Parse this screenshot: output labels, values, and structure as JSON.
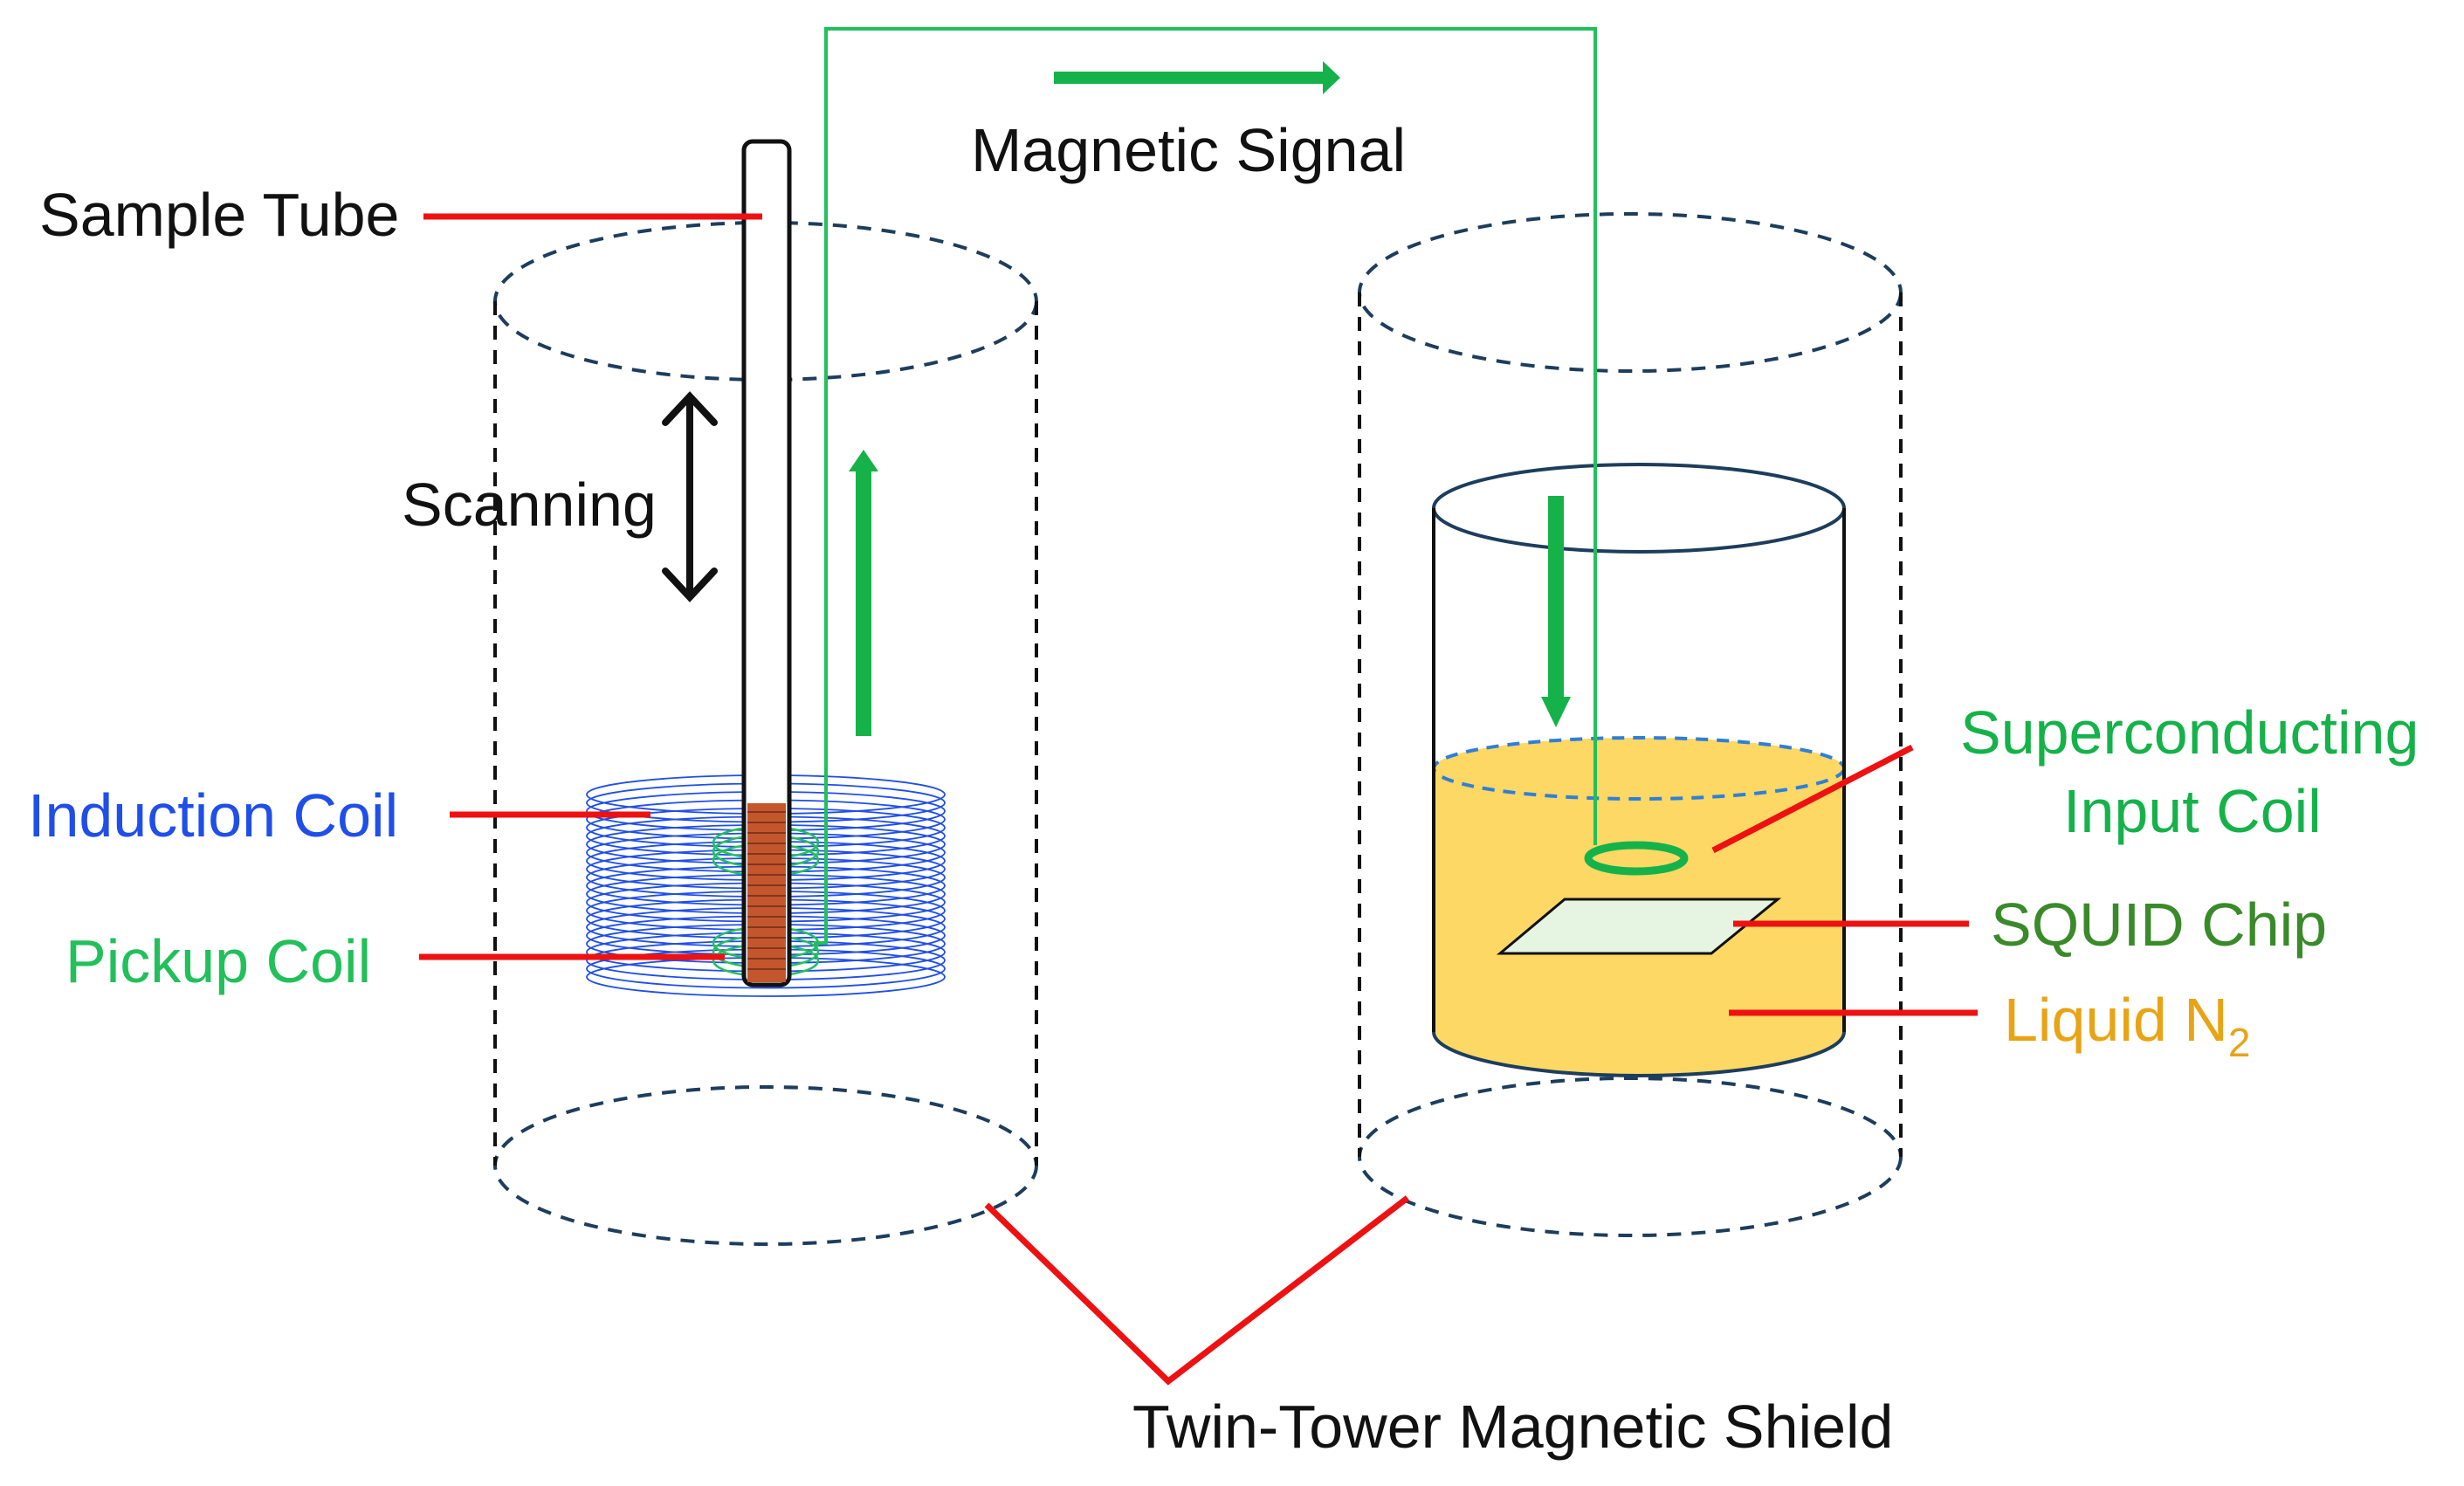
{
  "labels": {
    "sample_tube": "Sample Tube",
    "scanning": "Scanning",
    "induction_coil": "Induction Coil",
    "pickup_coil": "Pickup Coil",
    "magnetic_signal": "Magnetic Signal",
    "superconducting_line1": "Superconducting",
    "superconducting_line2": "Input Coil",
    "squid_chip": "SQUID Chip",
    "liquid_n2_main": "Liquid N",
    "liquid_n2_sub": "2",
    "shield": "Twin-Tower Magnetic Shield"
  },
  "colors": {
    "text_black": "#111111",
    "induction_blue": "#1f4ee8",
    "pickup_green": "#22c05a",
    "signal_green": "#15b24a",
    "squid_green": "#3a8a2a",
    "liquid_gold": "#e8a415",
    "liquid_fill": "#fdd865",
    "chip_fill": "#e6f4e2",
    "leader_red": "#ee1111",
    "shield_dash": "#1d3d5c",
    "sample_core": "#c4562e"
  }
}
